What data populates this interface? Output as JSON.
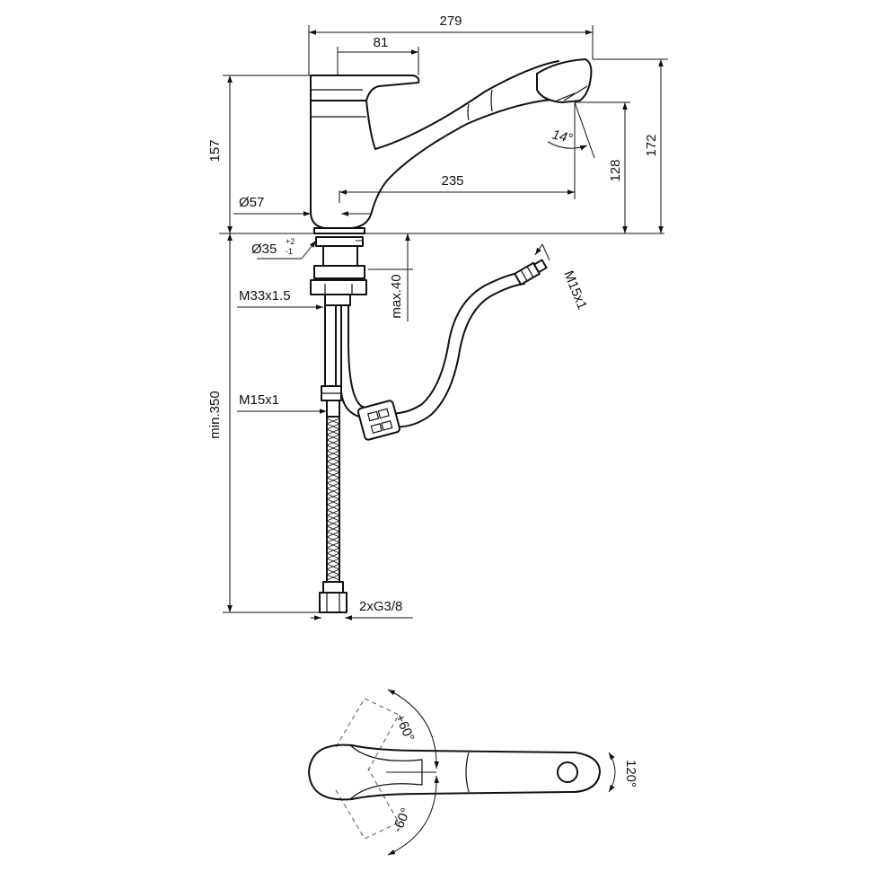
{
  "dimensions": {
    "overall_length": "279",
    "lever_length": "81",
    "spout_reach": "235",
    "body_height": "157",
    "spout_outlet_height": "128",
    "overall_height": "172",
    "body_diameter": "Ø57",
    "mounting_hole_diameter": "Ø35",
    "mounting_hole_tol_plus": "+2",
    "mounting_hole_tol_minus": "-1",
    "shank_thread": "M33x1.5",
    "max_deck_thickness": "max.40",
    "hose_thread": "M15x1",
    "hose_thread_side": "M15x1",
    "min_hose_length": "min.350",
    "supply_connections": "2xG3/8",
    "spout_angle": "14°"
  },
  "plan_view": {
    "rotation_plus": "+60°",
    "rotation_minus": "-60°",
    "swivel_range": "120°"
  }
}
